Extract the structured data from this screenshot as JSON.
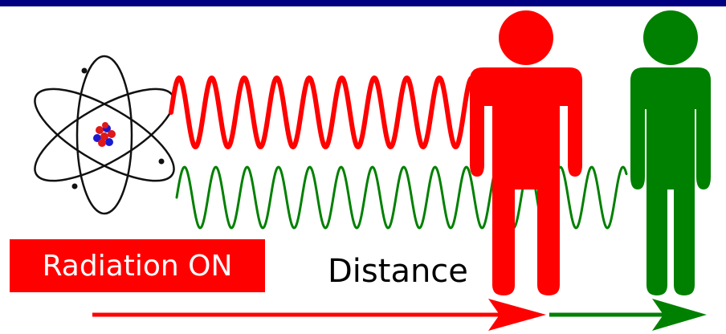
{
  "status_label": "Radiation ON",
  "distance_label": "Distance",
  "colors": {
    "top_bar": "#000080",
    "near": "#ff0000",
    "far": "#008000",
    "atom_orbit": "#111111",
    "proton": "#e01818",
    "neutron": "#1a1ad0",
    "label_background": "#ff0000",
    "label_text": "#ffffff"
  },
  "icons": {
    "source": "atom-icon",
    "near_person": "person-icon",
    "far_person": "person-icon",
    "near_wave": "sine-wave",
    "far_wave": "sine-wave"
  }
}
